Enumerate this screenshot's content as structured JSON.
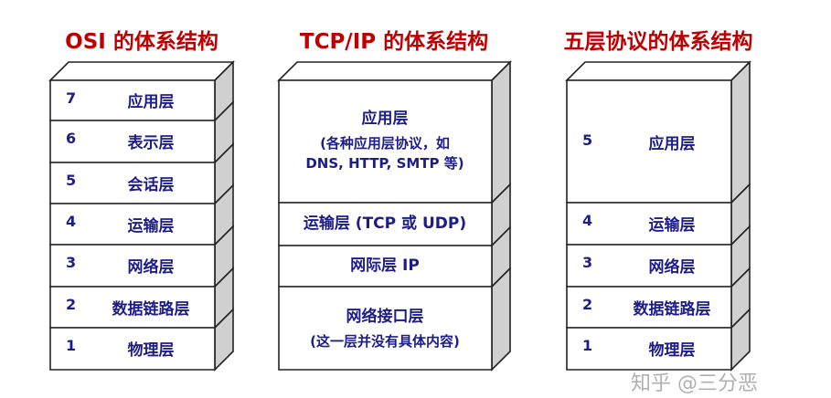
{
  "colors": {
    "title": "#c00000",
    "label": "#1c1c8a",
    "side_face": "#d0d0d0",
    "front_face": "#ffffff"
  },
  "stacks": [
    {
      "title": "OSI 的体系结构",
      "layers": [
        {
          "number": "7",
          "name": "应用层"
        },
        {
          "number": "6",
          "name": "表示层"
        },
        {
          "number": "5",
          "name": "会话层"
        },
        {
          "number": "4",
          "name": "运输层"
        },
        {
          "number": "3",
          "name": "网络层"
        },
        {
          "number": "2",
          "name": "数据链路层"
        },
        {
          "number": "1",
          "name": "物理层"
        }
      ]
    },
    {
      "title": "TCP/IP 的体系结构",
      "layers": [
        {
          "name": "应用层",
          "note": "(各种应用层协议，如",
          "note2": "DNS, HTTP, SMTP 等)"
        },
        {
          "name": "运输层 (TCP 或 UDP)"
        },
        {
          "name": "网际层 IP"
        },
        {
          "name": "网络接口层",
          "note": "(这一层并没有具体内容)"
        }
      ]
    },
    {
      "title": "五层协议的体系结构",
      "layers": [
        {
          "number": "5",
          "name": "应用层"
        },
        {
          "number": "4",
          "name": "运输层"
        },
        {
          "number": "3",
          "name": "网络层"
        },
        {
          "number": "2",
          "name": "数据链路层"
        },
        {
          "number": "1",
          "name": "物理层"
        }
      ]
    }
  ],
  "watermark": "知乎 @三分恶"
}
